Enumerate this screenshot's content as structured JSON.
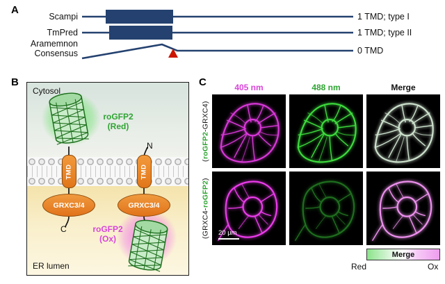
{
  "figure": {
    "panel_a": {
      "label": "A",
      "rows": [
        {
          "name": "Scampi",
          "annotation": "1 TMD; type I"
        },
        {
          "name": "TmPred",
          "annotation": "1 TMD; type II"
        },
        {
          "name_line1": "Aramemnon",
          "name_line2": "Consensus",
          "annotation": "0 TMD"
        }
      ]
    },
    "panel_b": {
      "label": "B",
      "cytosol": "Cytosol",
      "er_lumen": "ER lumen",
      "left": {
        "rogfp2": "roGFP2",
        "state": "(Red)",
        "tmd": "TMD",
        "grx": "GRXC3/4",
        "terminus": "C"
      },
      "right": {
        "terminus": "N",
        "tmd": "TMD",
        "grx": "GRXC3/4",
        "rogfp2": "roGFP2",
        "state": "(Ox)"
      }
    },
    "panel_c": {
      "label": "C",
      "headers": [
        "405 nm",
        "488 nm",
        "Merge"
      ],
      "row_labels": [
        {
          "seg1": "(",
          "seg2": "roGFP2",
          "seg3": "-GRXC4)"
        },
        {
          "seg1": "(GRXC4-",
          "seg2": "roGFP2",
          "seg3": ")"
        }
      ],
      "scale_bar": "20 µm",
      "legend": {
        "title": "Merge",
        "left": "Red",
        "right": "Ox"
      }
    },
    "colors": {
      "navy": "#24416f",
      "orange": "#e1761a",
      "green_text": "#2fa433",
      "magenta_text": "#d944d9",
      "red_marker": "#cc1500",
      "channel_magenta": "#ee3cee",
      "channel_green": "#3ddd3d"
    }
  }
}
